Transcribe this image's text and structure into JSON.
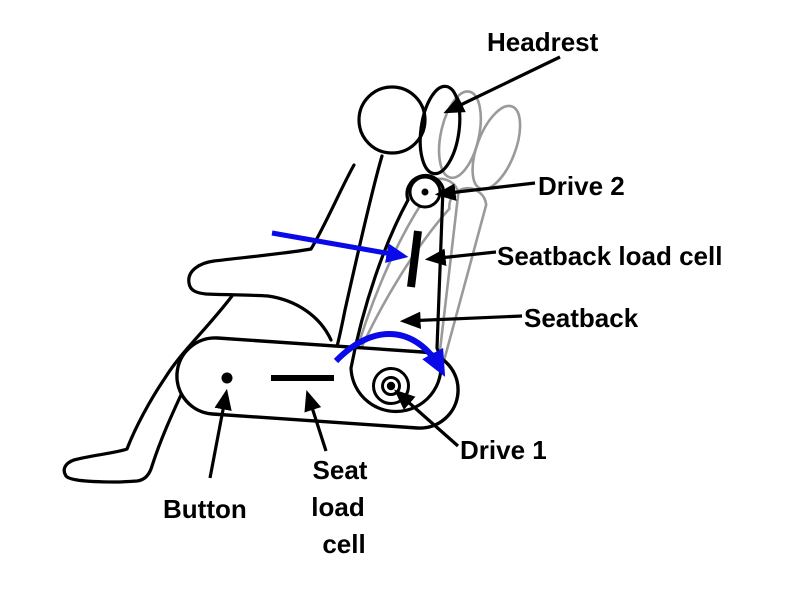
{
  "figure": {
    "description": "Side-view schematic of a motorized reclining seat with a seated occupant, showing headrest, seatback, two rotary drives, load cells and a button; gray ghost outlines show reclined seatback positions and a blue arrow shows applied load with a blue arc showing seatback rotation",
    "background_color": "#ffffff"
  },
  "colors": {
    "ink": "#000000",
    "ghost_gray": "#9a9a9a",
    "accent_blue": "#0a0ae8"
  },
  "labels": {
    "headrest": "Headrest",
    "drive2": "Drive 2",
    "seatback_load_cell": "Seatback load cell",
    "seatback": "Seatback",
    "drive1": "Drive 1",
    "seat_load_cell": [
      "Seat",
      "load",
      "cell"
    ],
    "button": "Button"
  }
}
